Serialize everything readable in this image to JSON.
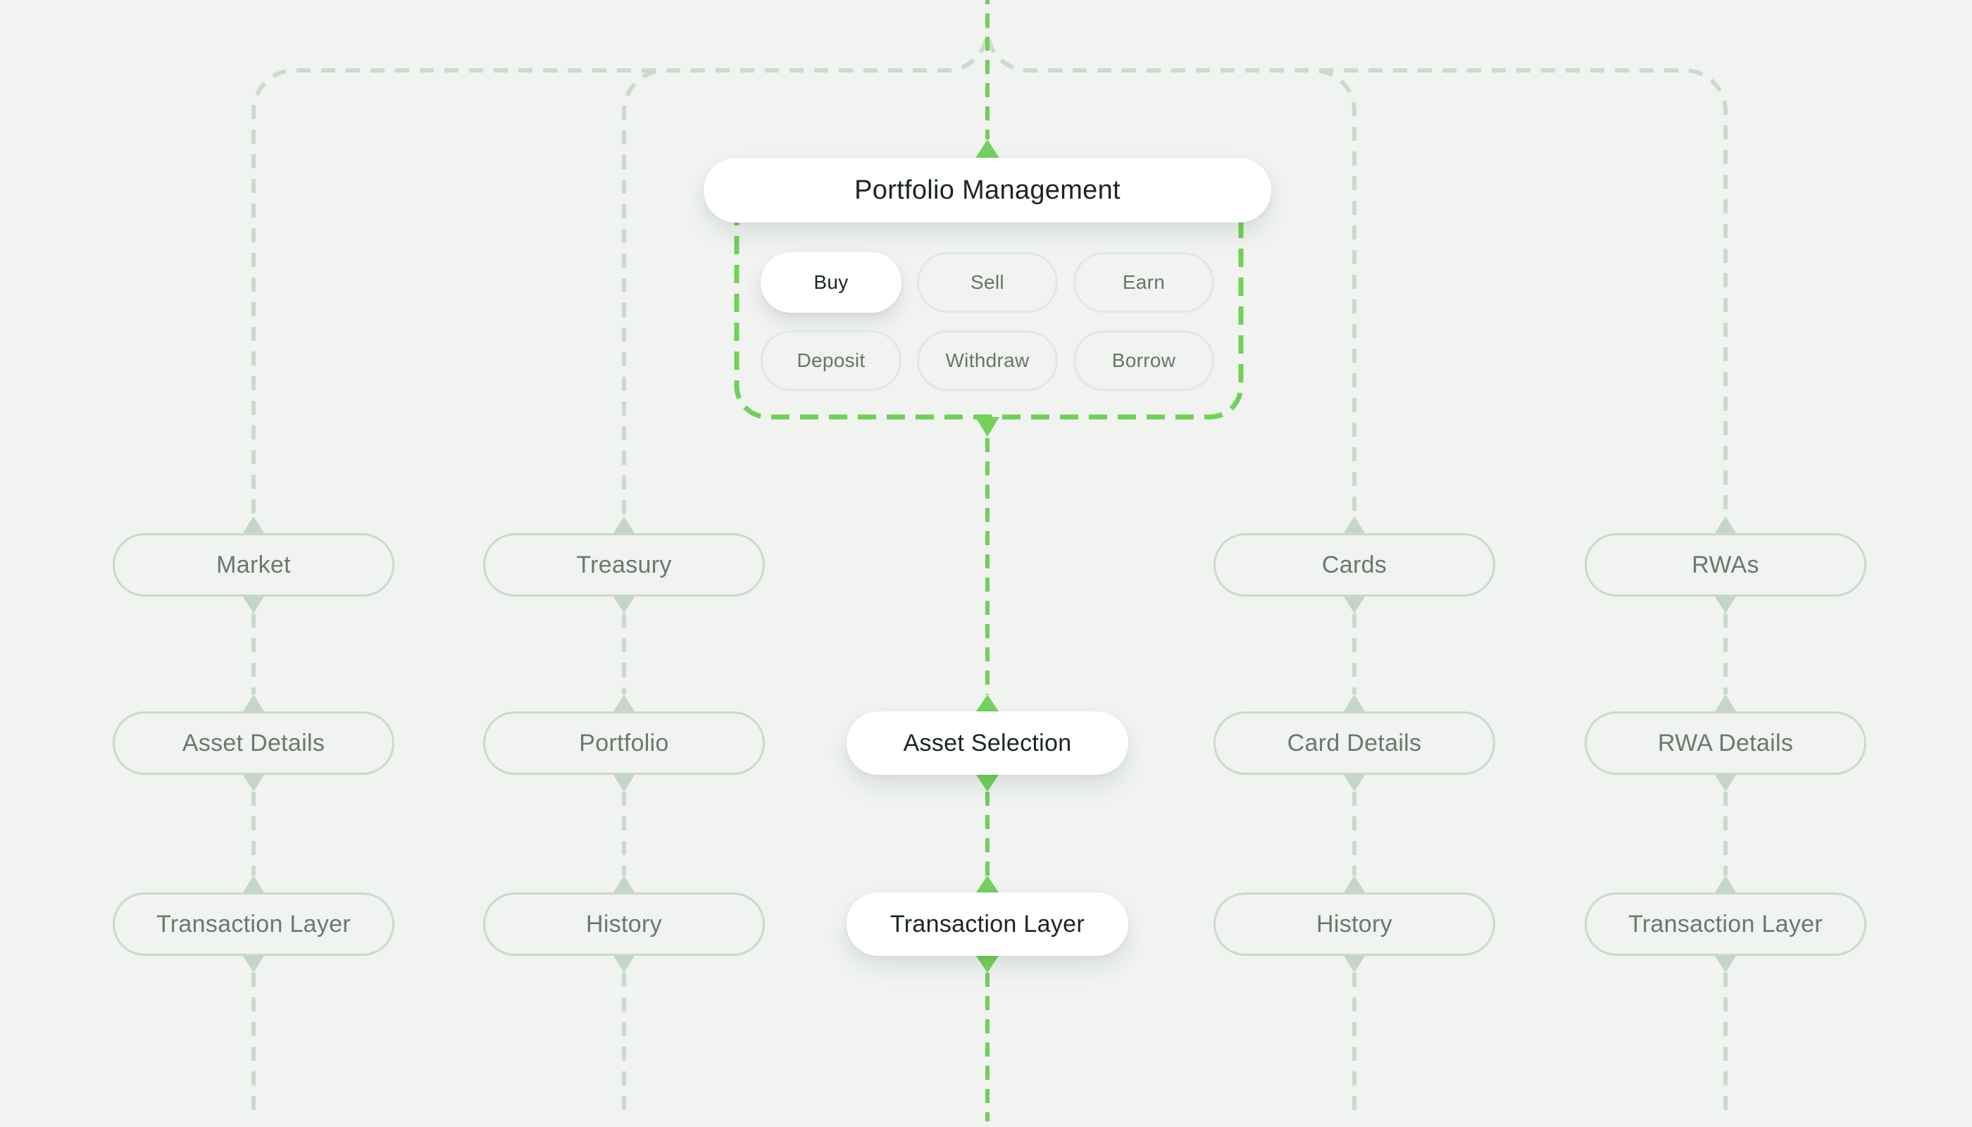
{
  "diagram": {
    "root": {
      "label": "Portfolio Management"
    },
    "actions": [
      {
        "label": "Buy",
        "active": true
      },
      {
        "label": "Sell",
        "active": false
      },
      {
        "label": "Earn",
        "active": false
      },
      {
        "label": "Deposit",
        "active": false
      },
      {
        "label": "Withdraw",
        "active": false
      },
      {
        "label": "Borrow",
        "active": false
      }
    ],
    "columns": [
      {
        "name": "market",
        "active": false,
        "nodes": [
          {
            "label": "Market"
          },
          {
            "label": "Asset Details"
          },
          {
            "label": "Transaction Layer"
          }
        ]
      },
      {
        "name": "treasury",
        "active": false,
        "nodes": [
          {
            "label": "Treasury"
          },
          {
            "label": "Portfolio"
          },
          {
            "label": "History"
          }
        ]
      },
      {
        "name": "selected",
        "active": true,
        "nodes": [
          {
            "label": "Asset Selection"
          },
          {
            "label": "Transaction Layer"
          }
        ]
      },
      {
        "name": "cards",
        "active": false,
        "nodes": [
          {
            "label": "Cards"
          },
          {
            "label": "Card Details"
          },
          {
            "label": "History"
          }
        ]
      },
      {
        "name": "rwas",
        "active": false,
        "nodes": [
          {
            "label": "RWAs"
          },
          {
            "label": "RWA Details"
          },
          {
            "label": "Transaction Layer"
          }
        ]
      }
    ],
    "colors": {
      "background": "#f0f3f0",
      "inactive_line": "#ccd9ce",
      "inactive_border": "#cadacd",
      "inactive_text": "#69796f",
      "accent_green": "#6fd158",
      "dark_text": "#1b2620",
      "node_white": "#ffffff"
    }
  }
}
